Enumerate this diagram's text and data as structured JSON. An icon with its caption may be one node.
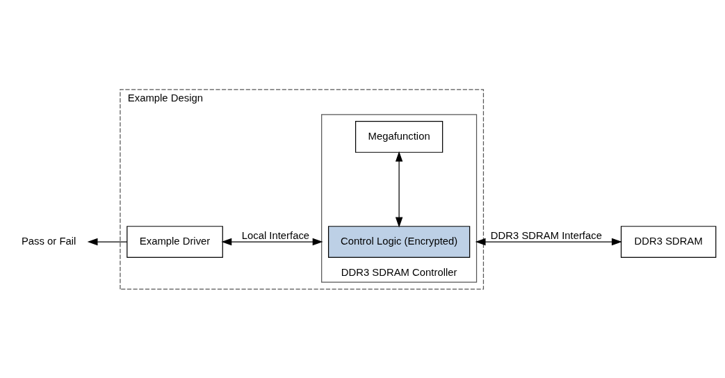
{
  "diagram": {
    "nodes": [
      {
        "text": [
          "Example Design"
        ]
      },
      {
        "text": [
          "Example Driver"
        ],
        "in": 0
      },
      {
        "text": [
          "DDR3 SDRAM Controller"
        ],
        "in": 0
      },
      {
        "text": [
          "Control Logic (Encrypted)"
        ],
        "in": 2
      },
      {
        "text": [
          "Megafunction"
        ],
        "in": 2
      },
      {
        "text": [
          "DDR3 SDRAM"
        ]
      },
      {
        "text": [
          "Pass or Fail"
        ]
      }
    ],
    "edges": [
      {
        "from": 1,
        "to": 6,
        "arrow": "to"
      },
      {
        "from": 1,
        "to": 2,
        "arrow": "both",
        "label": "Local Interface"
      },
      {
        "from": 3,
        "to": 4,
        "arrow": "both"
      },
      {
        "from": 2,
        "to": 5,
        "arrow": "both",
        "label": "DDR3 SDRAM Interface"
      }
    ]
  }
}
